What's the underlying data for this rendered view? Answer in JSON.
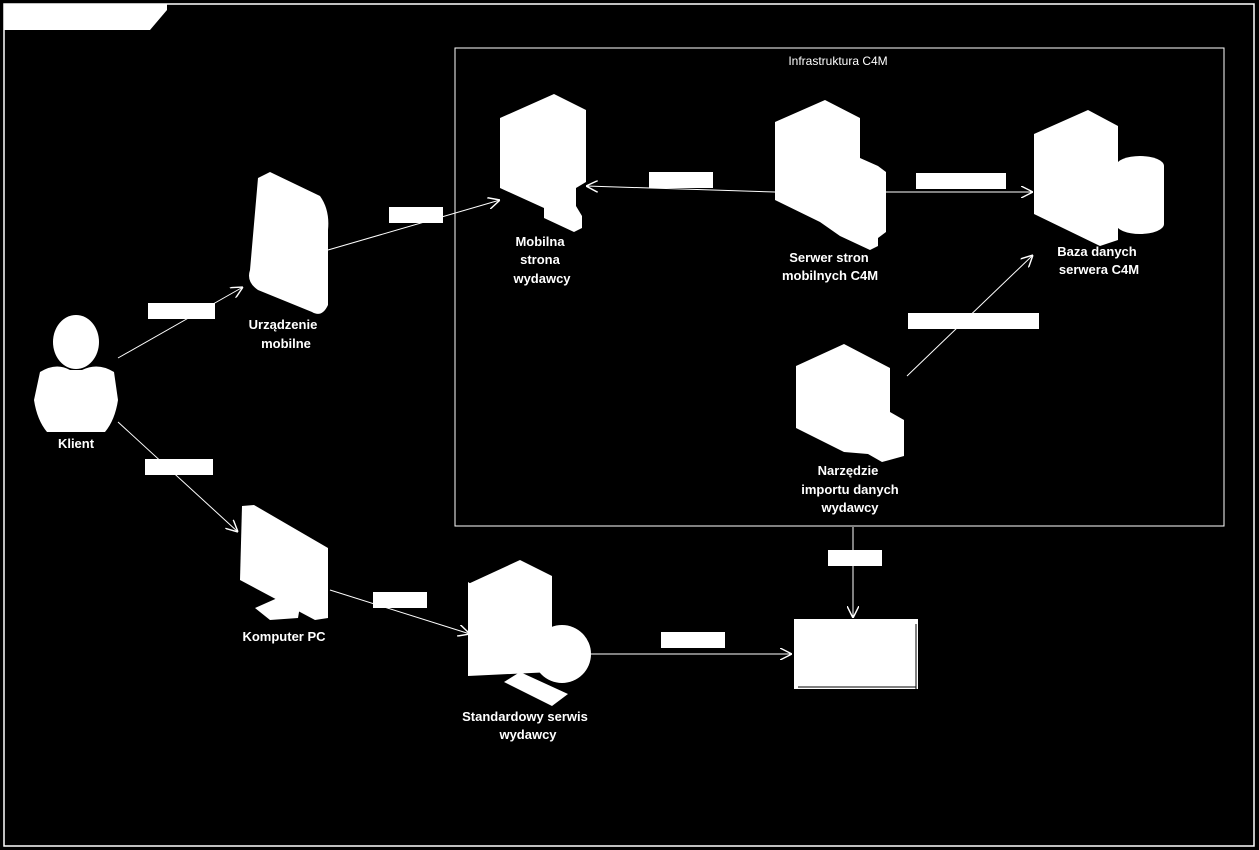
{
  "diagram": {
    "frame_tab_label": "",
    "infrastructure": {
      "title": "Infrastruktura C4M"
    },
    "nodes": {
      "client": {
        "label_line1": "Klient"
      },
      "mobile_device": {
        "label_line1": "Urządzenie",
        "label_line2": "mobilne"
      },
      "pc": {
        "label_line1": "Komputer PC"
      },
      "mobile_site": {
        "label_line1": "Mobilna",
        "label_line2": "strona",
        "label_line3": "wydawcy"
      },
      "mobile_server": {
        "label_line1": "Serwer stron",
        "label_line2": "mobilnych C4M"
      },
      "database": {
        "label_line1": "Baza danych",
        "label_line2": "serwera C4M"
      },
      "import_tool": {
        "label_line1": "Narzędzie",
        "label_line2": "importu danych",
        "label_line3": "wydawcy"
      },
      "standard_service": {
        "label_line1": "Standardowy serwis",
        "label_line2": "wydawcy"
      },
      "publisher_box": {
        "label_line1": ""
      }
    },
    "edge_labels": {
      "client_to_mobile": "",
      "client_to_pc": "",
      "mobile_to_site": "",
      "server_to_site": "",
      "server_to_db": "",
      "tool_to_db": "",
      "pc_to_service": "",
      "service_to_box": "",
      "tool_to_box": ""
    }
  }
}
